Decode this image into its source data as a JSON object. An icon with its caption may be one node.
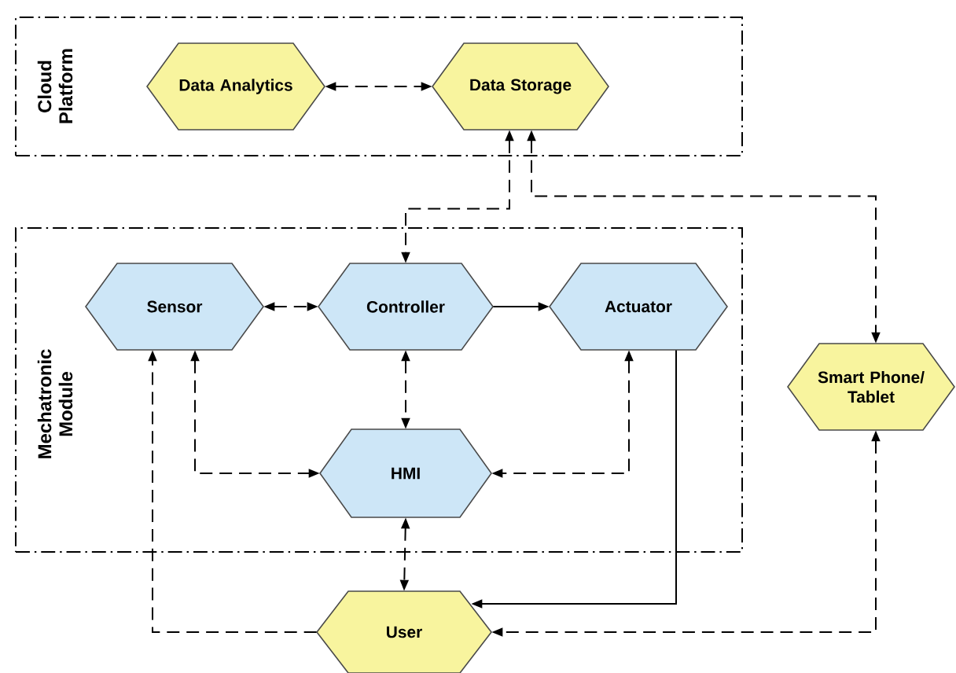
{
  "diagram": {
    "nodes": [
      {
        "text": [
          "Cloud Platform"
        ]
      },
      {
        "text": [
          "Data Analytics"
        ],
        "in": 0
      },
      {
        "text": [
          "Data Storage"
        ],
        "in": 0
      },
      {
        "text": [
          "Mechatronic Module"
        ]
      },
      {
        "text": [
          "Sensor"
        ],
        "in": 3
      },
      {
        "text": [
          "Controller"
        ],
        "in": 3
      },
      {
        "text": [
          "Actuator"
        ],
        "in": 3
      },
      {
        "text": [
          "HMI"
        ],
        "in": 3
      },
      {
        "text": [
          "Smart Phone/ Tablet"
        ]
      },
      {
        "text": [
          "User"
        ]
      }
    ],
    "edges": [
      {
        "from": 1,
        "to": 2,
        "arrow": "both",
        "style": "dashed"
      },
      {
        "from": 2,
        "to": 5,
        "arrow": "both",
        "style": "dashed"
      },
      {
        "from": 2,
        "to": 8,
        "arrow": "both",
        "style": "dashed"
      },
      {
        "from": 4,
        "to": 5,
        "arrow": "both",
        "style": "dashed"
      },
      {
        "from": 5,
        "to": 6,
        "arrow": "to"
      },
      {
        "from": 5,
        "to": 7,
        "arrow": "both",
        "style": "dashed"
      },
      {
        "from": 4,
        "to": 7,
        "arrow": "both",
        "style": "dashed"
      },
      {
        "from": 6,
        "to": 7,
        "arrow": "both",
        "style": "dashed"
      },
      {
        "from": 7,
        "to": 9,
        "arrow": "both",
        "style": "dashed"
      },
      {
        "from": 6,
        "to": 9,
        "arrow": "to"
      },
      {
        "from": 9,
        "to": 4,
        "arrow": "to",
        "style": "dashed"
      },
      {
        "from": 8,
        "to": 9,
        "arrow": "both",
        "style": "dashed"
      }
    ]
  }
}
